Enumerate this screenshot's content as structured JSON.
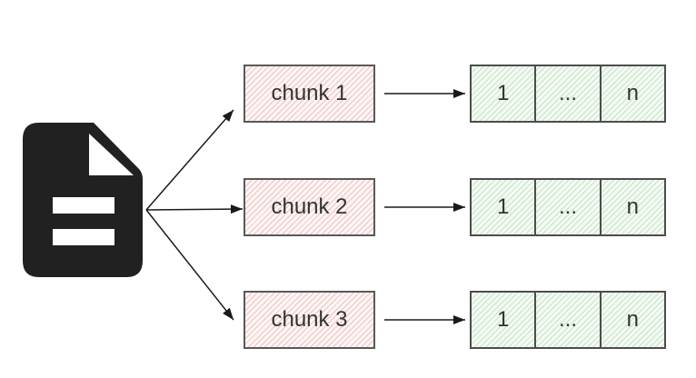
{
  "diagram": {
    "source": {
      "icon": "document-icon"
    },
    "chunks": [
      {
        "label": "chunk 1"
      },
      {
        "label": "chunk 2"
      },
      {
        "label": "chunk 3"
      }
    ],
    "rows": [
      {
        "cells": [
          "1",
          "...",
          "n"
        ]
      },
      {
        "cells": [
          "1",
          "...",
          "n"
        ]
      },
      {
        "cells": [
          "1",
          "...",
          "n"
        ]
      }
    ],
    "colors": {
      "chunk_fill": "#fdf7f7",
      "chunk_hatch": "#f5caca",
      "chunk_border": "#595959",
      "cell_fill": "#f4faf4",
      "cell_hatch": "#cfe8cf",
      "cell_border": "#4d4d4d",
      "arrow": "#1a1a1a",
      "icon": "#212121",
      "text": "#333333",
      "background": "#ffffff"
    }
  }
}
